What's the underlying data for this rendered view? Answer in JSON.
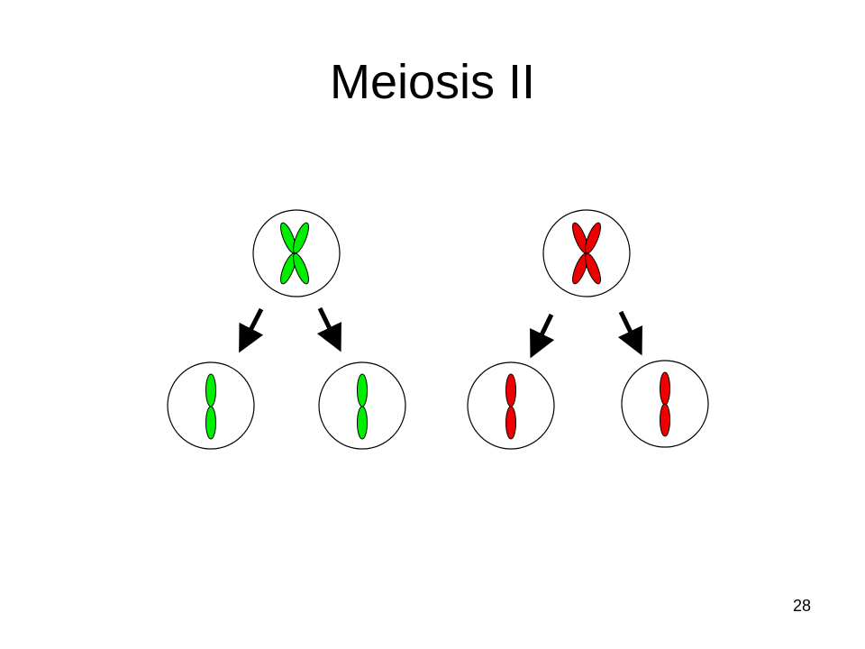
{
  "slide": {
    "title": "Meiosis II",
    "page_number": "28"
  },
  "colors": {
    "green_chromosome": "#00ee00",
    "red_chromosome": "#ee0000",
    "cell_outline": "#000000",
    "arrow": "#000000"
  },
  "diagram": {
    "parent_cells": [
      {
        "chromosome_color": "green",
        "chromosome_shape": "X (two sister chromatids)"
      },
      {
        "chromosome_color": "red",
        "chromosome_shape": "X (two sister chromatids)"
      }
    ],
    "daughter_cells": [
      {
        "chromosome_color": "green",
        "chromosome_shape": "single chromatid"
      },
      {
        "chromosome_color": "green",
        "chromosome_shape": "single chromatid"
      },
      {
        "chromosome_color": "red",
        "chromosome_shape": "single chromatid"
      },
      {
        "chromosome_color": "red",
        "chromosome_shape": "single chromatid"
      }
    ]
  }
}
